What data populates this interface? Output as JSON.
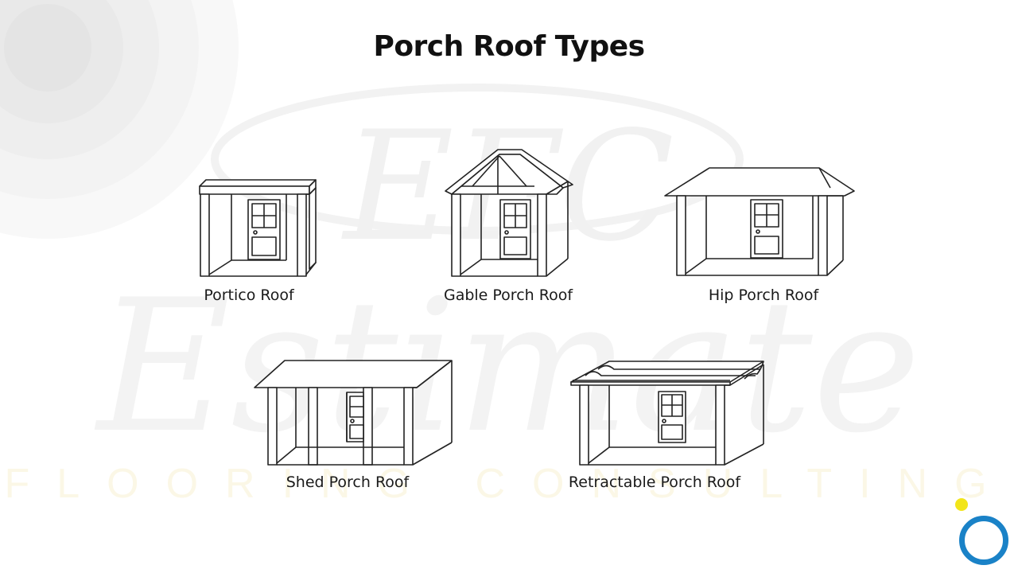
{
  "title": "Porch Roof Types",
  "watermark": {
    "letters": "EFC",
    "word": "Estimate",
    "tagline": "FLOORING CONSULTING"
  },
  "roof_types": [
    {
      "label": "Portico Roof",
      "icon": "portico-porch-illustration"
    },
    {
      "label": "Gable Porch Roof",
      "icon": "gable-porch-illustration"
    },
    {
      "label": "Hip Porch Roof",
      "icon": "hip-porch-illustration"
    },
    {
      "label": "Shed Porch Roof",
      "icon": "shed-porch-illustration"
    },
    {
      "label": "Retractable Porch Roof",
      "icon": "retractable-porch-illustration"
    }
  ],
  "colors": {
    "line": "#222222",
    "accent_yellow": "#f2e51a",
    "accent_blue": "#1a82c7"
  }
}
